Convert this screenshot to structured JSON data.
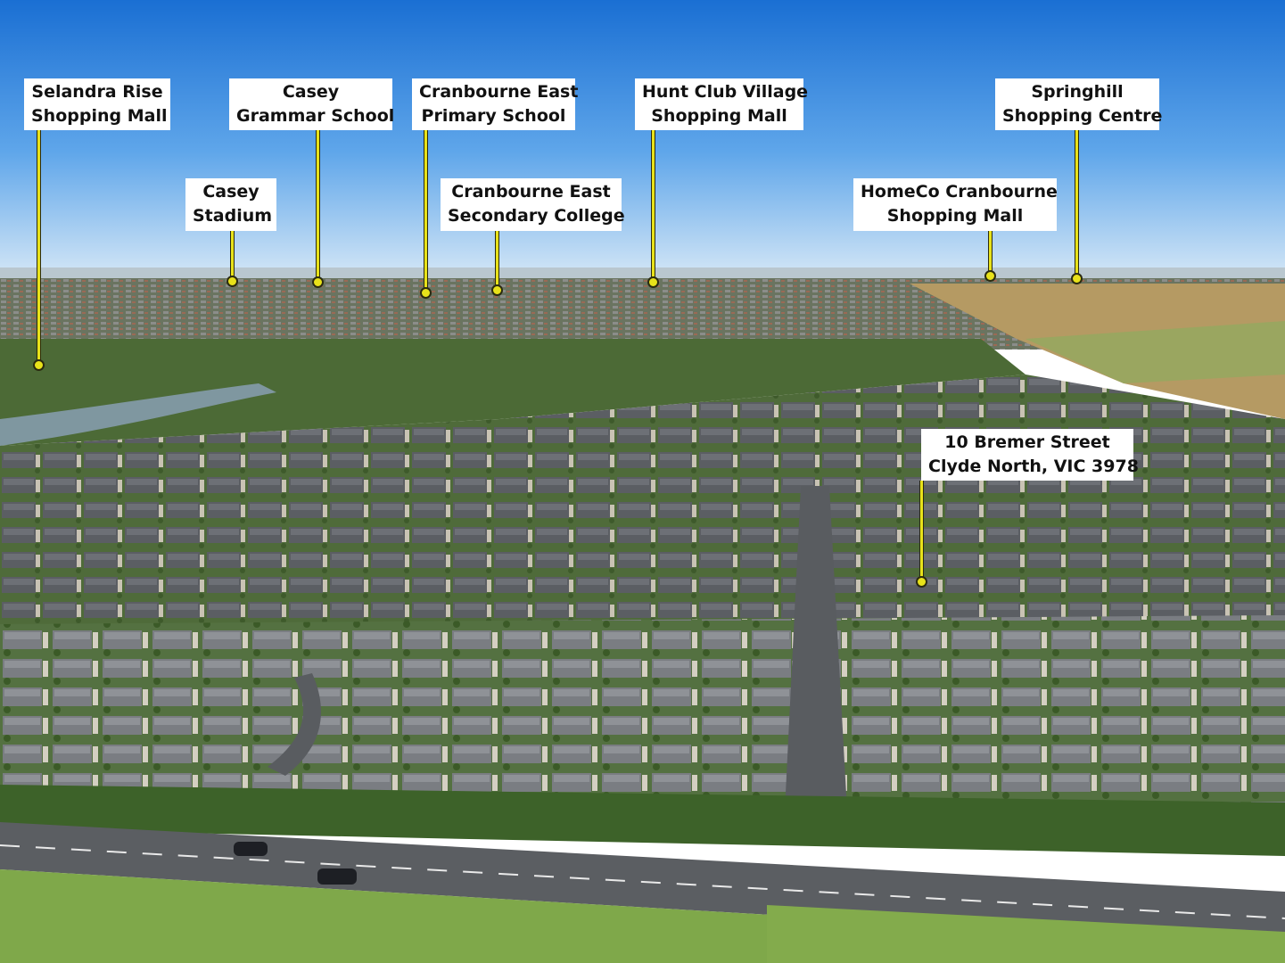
{
  "photo": {
    "sky_top": "#1a74d6",
    "sky_horizon": "#cfe3f5",
    "accent_marker": "#e8e21a"
  },
  "labels": {
    "selandra": {
      "line1": "Selandra Rise",
      "line2": "Shopping Mall"
    },
    "casey_grammar": {
      "line1": "Casey",
      "line2": "Grammar School"
    },
    "cranbourne_primary": {
      "line1": "Cranbourne East",
      "line2": "Primary School"
    },
    "hunt_club": {
      "line1": "Hunt Club Village",
      "line2": "Shopping Mall"
    },
    "springhill": {
      "line1": "Springhill",
      "line2": "Shopping Centre"
    },
    "casey_stadium": {
      "line1": "Casey",
      "line2": "Stadium"
    },
    "cranbourne_secondary": {
      "line1": "Cranbourne East",
      "line2": "Secondary College"
    },
    "homeco": {
      "line1": "HomeCo Cranbourne",
      "line2": "Shopping Mall"
    },
    "subject_property": {
      "line1": "10 Bremer Street",
      "line2": "Clyde North, VIC 3978"
    }
  }
}
